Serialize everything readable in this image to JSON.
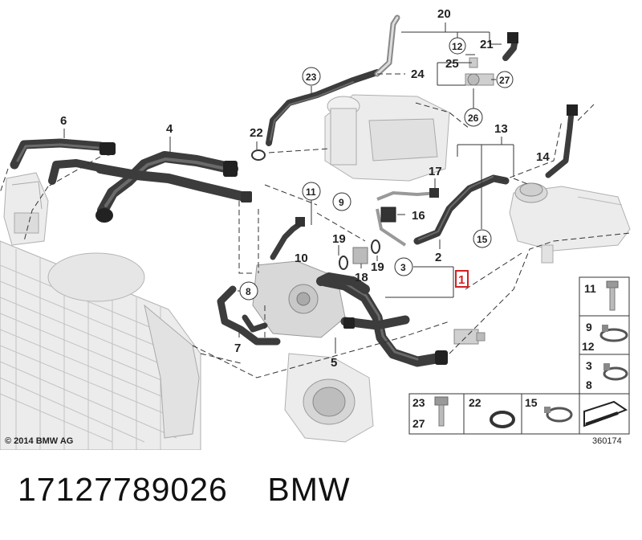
{
  "callouts": {
    "n20": "20",
    "n21": "21",
    "n12a": "12",
    "n25": "25",
    "n24": "24",
    "n27a": "27",
    "n23a": "23",
    "n26": "26",
    "n13": "13",
    "n6": "6",
    "n4": "4",
    "n22a": "22",
    "n14": "14",
    "n11a": "11",
    "n9a": "9",
    "n17": "17",
    "n16": "16",
    "n15a": "15",
    "n10": "10",
    "n19a": "19",
    "n19b": "19",
    "n18": "18",
    "n3a": "3",
    "n2": "2",
    "n1": "1",
    "n8a": "8",
    "n7": "7",
    "n5": "5"
  },
  "legend": {
    "r1": "11",
    "r2a": "9",
    "r2b": "12",
    "r3a": "3",
    "r3b": "8",
    "b1a": "23",
    "b1b": "27",
    "b2": "22",
    "b3": "15"
  },
  "copyright": "© 2014 BMW AG",
  "diagram_id": "360174",
  "caption": {
    "part_number": "17127789026",
    "brand": "BMW"
  },
  "colors": {
    "highlight": "#d42020",
    "hose": "#3c3c3c",
    "part": "#d8d8d8"
  }
}
